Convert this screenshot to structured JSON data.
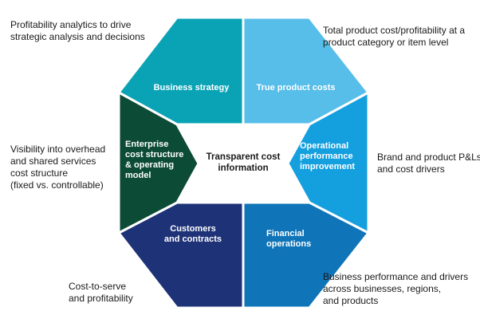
{
  "diagram": {
    "center": {
      "lines": [
        "Transparent cost",
        "information"
      ]
    },
    "segments": [
      {
        "id": "business-strategy",
        "color": "#0aa3b5",
        "lines": [
          "Business strategy"
        ]
      },
      {
        "id": "true-product-costs",
        "color": "#57bde9",
        "lines": [
          "True product costs"
        ]
      },
      {
        "id": "operational-performance-improvement",
        "color": "#149fdf",
        "lines": [
          "Operational",
          "performance",
          "improvement"
        ]
      },
      {
        "id": "financial-operations",
        "color": "#0f74b8",
        "lines": [
          "Financial",
          "operations"
        ]
      },
      {
        "id": "customers-and-contracts",
        "color": "#1e3277",
        "lines": [
          "Customers",
          "and contracts"
        ]
      },
      {
        "id": "enterprise-cost-structure",
        "color": "#0c4b35",
        "lines": [
          "Enterprise",
          "cost structure",
          "& operating",
          "model"
        ]
      }
    ]
  },
  "notes": {
    "top_left": [
      "Profitability analytics to drive",
      "strategic analysis and decisions"
    ],
    "top_right": [
      "Total product cost/profitability at a",
      "product category or item level"
    ],
    "middle_left": [
      "Visibility into overhead",
      "and shared services",
      "cost structure",
      "(fixed vs. controllable)"
    ],
    "middle_right": [
      "Brand and product P&Ls",
      "and cost drivers"
    ],
    "bottom_left": [
      "Cost-to-serve",
      "and profitability"
    ],
    "bottom_right": [
      "Business performance and drivers",
      "across businesses, regions,",
      "and products"
    ]
  }
}
